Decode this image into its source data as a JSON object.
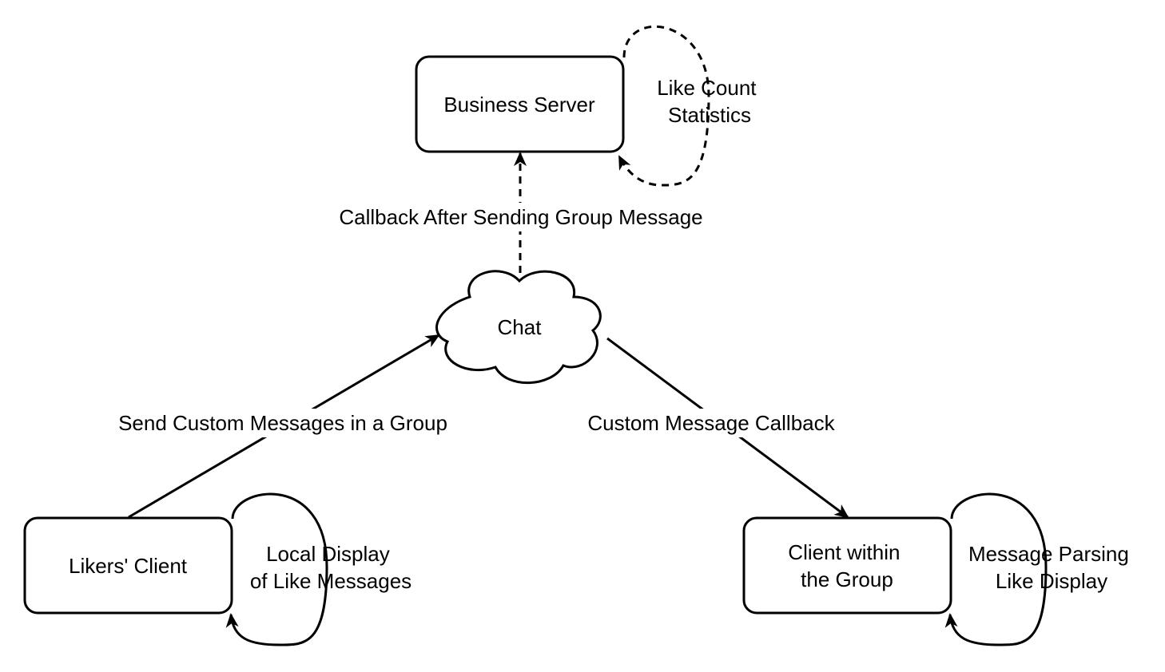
{
  "diagram": {
    "nodes": {
      "business_server": {
        "label": "Business Server"
      },
      "chat": {
        "label": "Chat"
      },
      "likers_client": {
        "label": "Likers' Client"
      },
      "group_client": {
        "lines": [
          "Client within",
          "the Group"
        ]
      }
    },
    "edges": {
      "callback_after_sending": {
        "label": "Callback After Sending Group Message"
      },
      "send_custom": {
        "label": "Send Custom Messages in a Group"
      },
      "custom_callback": {
        "label": "Custom Message Callback"
      }
    },
    "loops": {
      "like_count": {
        "lines": [
          "Like Count",
          "Statistics"
        ]
      },
      "local_display": {
        "lines": [
          "Local Display",
          "of Like Messages"
        ]
      },
      "message_parsing": {
        "lines": [
          "Message Parsing",
          "Like Display"
        ]
      }
    }
  }
}
